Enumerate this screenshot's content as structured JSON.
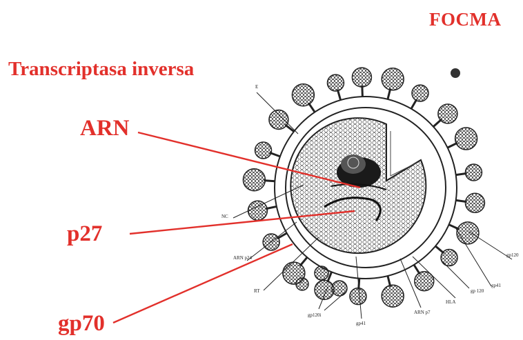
{
  "labels": {
    "focma": "FOCMA",
    "transcriptasa": "Transcriptasa inversa",
    "arn": "ARN",
    "p27": "p27",
    "gp70": "gp70"
  },
  "small_labels": {
    "e": "E",
    "nc": "NC",
    "arn_p24": "ARN p24",
    "rt": "RT",
    "gp120i": "gp120i",
    "gp41_a": "gp41",
    "arn_p7": "ARN p7",
    "hla": "HLA",
    "gp120_a": "gp 120",
    "gp41_b": "gp41",
    "gp120_b": "gp120"
  },
  "colors": {
    "accent_red": "#e2302b",
    "ink": "#222222",
    "background": "#ffffff"
  }
}
